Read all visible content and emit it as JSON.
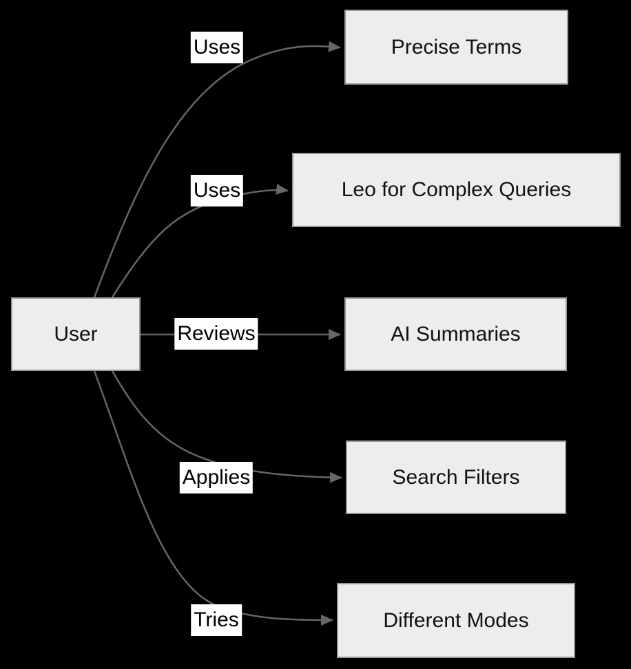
{
  "diagram": {
    "type": "flowchart",
    "nodes": [
      {
        "id": "user",
        "label": "User"
      },
      {
        "id": "precise-terms",
        "label": "Precise Terms"
      },
      {
        "id": "leo-complex",
        "label": "Leo for Complex Queries"
      },
      {
        "id": "ai-summaries",
        "label": "AI Summaries"
      },
      {
        "id": "search-filters",
        "label": "Search Filters"
      },
      {
        "id": "different-modes",
        "label": "Different Modes"
      }
    ],
    "edges": [
      {
        "from": "User",
        "to": "Precise Terms",
        "label": "Uses"
      },
      {
        "from": "User",
        "to": "Leo for Complex Queries",
        "label": "Uses"
      },
      {
        "from": "User",
        "to": "AI Summaries",
        "label": "Reviews"
      },
      {
        "from": "User",
        "to": "Search Filters",
        "label": "Applies"
      },
      {
        "from": "User",
        "to": "Different Modes",
        "label": "Tries"
      }
    ],
    "colors": {
      "background": "#000000",
      "node_fill": "#ededed",
      "node_border": "#9a9a9a",
      "edge": "#666666",
      "label_bg": "#ffffff",
      "text": "#111111"
    }
  }
}
